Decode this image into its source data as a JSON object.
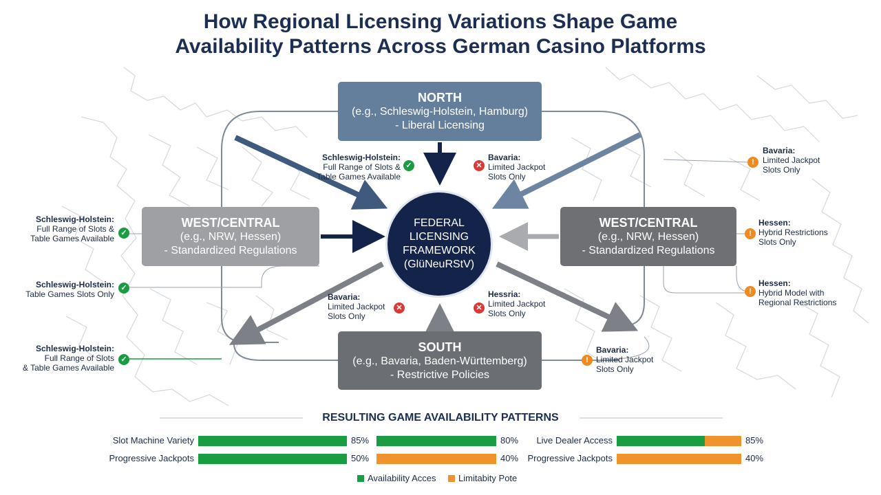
{
  "title": {
    "line1": "How Regional Licensing Variations Shape Game",
    "line2": "Availability Patterns Across German Casino Platforms"
  },
  "colors": {
    "navy": "#14234a",
    "north": "#647f9b",
    "south": "#6b6e72",
    "west_left": "#9ea0a3",
    "west_right": "#6e7073",
    "ok": "#1a9c43",
    "restricted": "#d83a35",
    "warning": "#f08a1e",
    "availability": "#1a9c43",
    "limitation": "#f0922e"
  },
  "hub": {
    "line1": "FEDERAL",
    "line2": "LICENSING",
    "line3": "FRAMEWORK",
    "line4": "(GlüNeuRStV)"
  },
  "regions": {
    "north": {
      "name": "NORTH",
      "line1": "(e.g., Schleswig-Holstein, Hamburg)",
      "line2": "- Liberal Licensing"
    },
    "south": {
      "name": "SOUTH",
      "line1": "(e.g., Bavaria, Baden-Württemberg)",
      "line2": "- Restrictive Policies"
    },
    "west_left": {
      "name": "WEST/CENTRAL",
      "line1": "(e.g., NRW, Hessen)",
      "line2": "- Standardized Regulations"
    },
    "west_right": {
      "name": "WEST/CENTRAL",
      "line1": "(e.g., NRW, Hessen)",
      "line2": "- Standardized Regulations"
    }
  },
  "notes": {
    "inner_nw": {
      "title": "Schleswig-Holstein:",
      "line1": "Full Range of Slots &",
      "line2": "Table Games Available",
      "icon": "check-icon"
    },
    "inner_ne": {
      "title": "Bavaria:",
      "line1": "Limited Jackpot",
      "line2": "Slots Only",
      "icon": "cross-icon"
    },
    "inner_sw": {
      "title": "Bavaria:",
      "line1": "Limited Jackpot",
      "line2": "Slots Only",
      "icon": "cross-icon"
    },
    "inner_se": {
      "title": "Hessria:",
      "line1": "Limited Jackpot",
      "line2": "Slots Only",
      "icon": "cross-icon"
    },
    "left_1": {
      "title": "Schleswig-Holstein:",
      "line1": "Full Range of Slots &",
      "line2": "Table Games Available",
      "icon": "check-icon"
    },
    "left_2": {
      "title": "Schleswig-Holstein:",
      "line1": "Table Games Slots Only",
      "icon": "check-icon"
    },
    "left_3": {
      "title": "Schleswig-Holstein:",
      "line1": "Full Range of Slots",
      "line2": "& Table Games Available",
      "icon": "check-icon"
    },
    "right_1": {
      "title": "Bavaria:",
      "line1": "Limited Jackpot",
      "line2": "Slots Only",
      "icon": "warning-icon"
    },
    "right_2": {
      "title": "Hessen:",
      "line1": "Hybrid Restrictions",
      "line2": "Slots Only",
      "icon": "warning-icon"
    },
    "right_3": {
      "title": "Hessen:",
      "line1": "Hybrid Model with",
      "line2": "Regional Restrictions",
      "icon": "warning-icon"
    },
    "right_4": {
      "title": "Bavaria:",
      "line1": "Limited Jackpot",
      "line2": "Slots Only",
      "icon": "warning-icon"
    }
  },
  "results": {
    "title": "RESULTING GAME AVAILABILITY PATTERNS",
    "rows": [
      {
        "label": "Slot Machine Variety",
        "availability": 85,
        "limitation": 0,
        "value_text": "85%"
      },
      {
        "label": "",
        "availability": 80,
        "limitation": 0,
        "value_text": "80%"
      },
      {
        "label": "Live Dealer Access",
        "availability": 60,
        "limitation": 25,
        "value_text": "85%"
      },
      {
        "label": "Progressive Jackpots",
        "availability": 50,
        "limitation": 0,
        "value_text": "50%"
      },
      {
        "label": "",
        "availability": 0,
        "limitation": 40,
        "value_text": "40%"
      },
      {
        "label": "Progressive Jackpots",
        "availability": 0,
        "limitation": 40,
        "value_text": "40%"
      }
    ],
    "legend": {
      "availability": "Availability Acces",
      "limitation": "Limitabity Pote"
    }
  }
}
